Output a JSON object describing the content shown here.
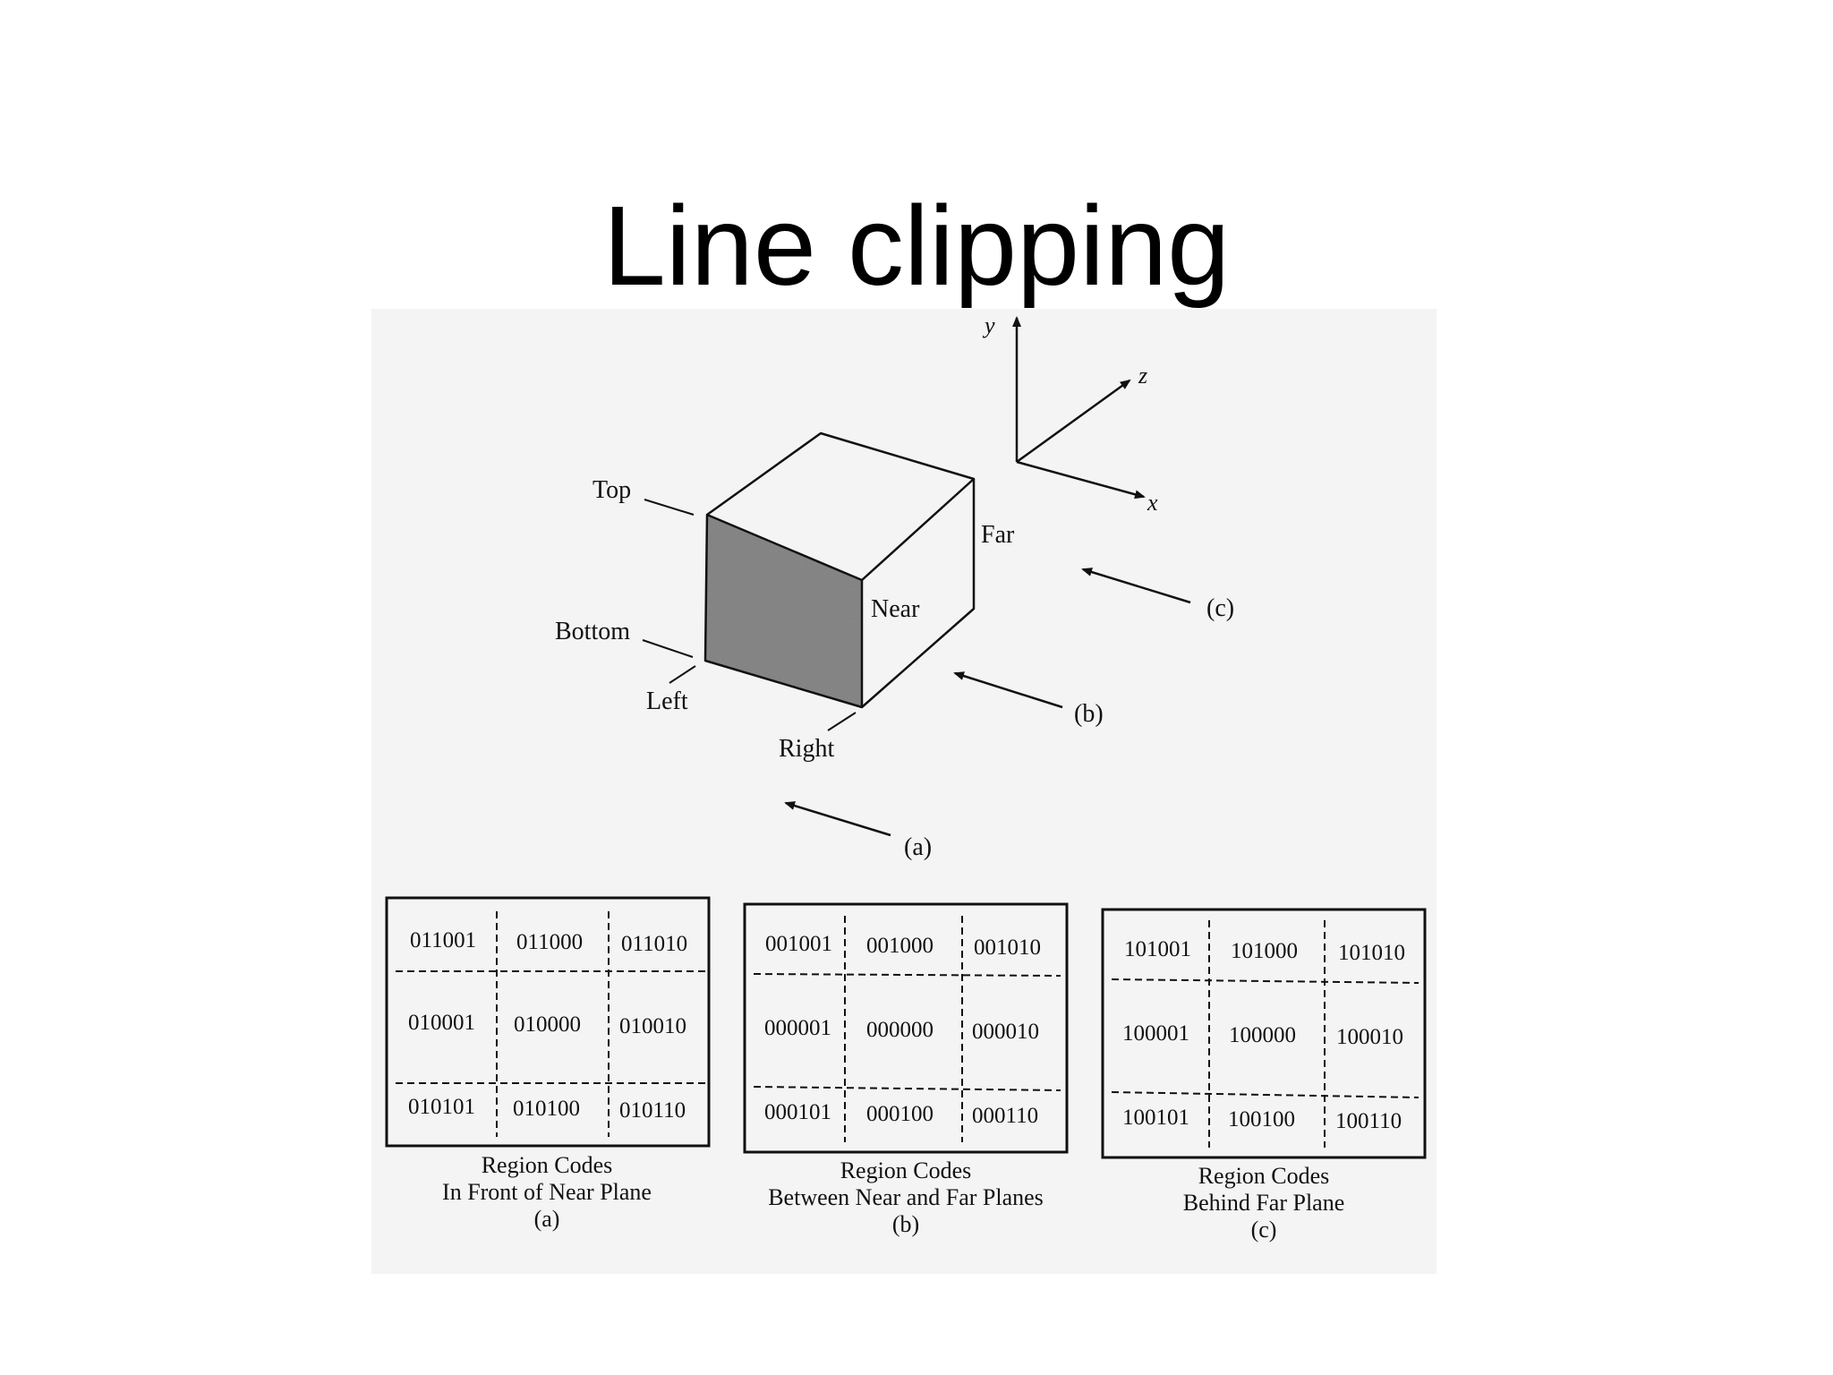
{
  "slide": {
    "title": "Line clipping"
  },
  "axes": {
    "x": "x",
    "y": "y",
    "z": "z"
  },
  "cube_labels": {
    "top": "Top",
    "bottom": "Bottom",
    "left": "Left",
    "right": "Right",
    "near": "Near",
    "far": "Far"
  },
  "arrows": {
    "a": "(a)",
    "b": "(b)",
    "c": "(c)"
  },
  "colors": {
    "near_face": "#8a8a8a",
    "panel_bg": "#f4f4f4",
    "ink": "#111111"
  },
  "tables": [
    {
      "codes": [
        [
          "011001",
          "011000",
          "011010"
        ],
        [
          "010001",
          "010000",
          "010010"
        ],
        [
          "010101",
          "010100",
          "010110"
        ]
      ],
      "caption": [
        "Region Codes",
        "In Front of Near Plane",
        "(a)"
      ]
    },
    {
      "codes": [
        [
          "001001",
          "001000",
          "001010"
        ],
        [
          "000001",
          "000000",
          "000010"
        ],
        [
          "000101",
          "000100",
          "000110"
        ]
      ],
      "caption": [
        "Region Codes",
        "Between Near and Far Planes",
        "(b)"
      ]
    },
    {
      "codes": [
        [
          "101001",
          "101000",
          "101010"
        ],
        [
          "100001",
          "100000",
          "100010"
        ],
        [
          "100101",
          "100100",
          "100110"
        ]
      ],
      "caption": [
        "Region Codes",
        "Behind Far Plane",
        "(c)"
      ]
    }
  ]
}
